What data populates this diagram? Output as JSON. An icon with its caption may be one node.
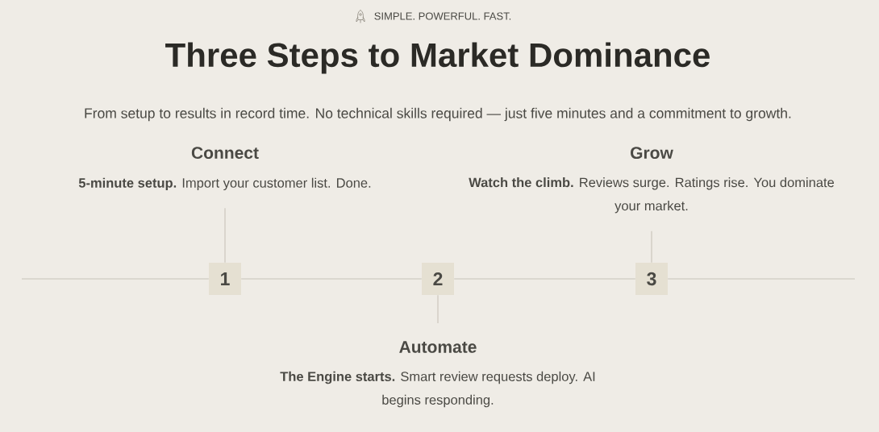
{
  "diagram": {
    "title": "Three Steps to Market Dominance",
    "nodes": [
      {
        "text": [
          "Connect",
          "**5-minute setup.** Import your customer list. Done."
        ]
      },
      {
        "text": [
          "Grow",
          "**Watch the climb.** Reviews surge. Ratings rise. You dominate your market."
        ]
      },
      {
        "text": [
          "1"
        ]
      },
      {
        "text": [
          "2"
        ]
      },
      {
        "text": [
          "3"
        ]
      },
      {
        "text": [
          "Automate",
          "**The Engine starts.** Smart review requests deploy. AI begins responding."
        ]
      }
    ],
    "edges": [
      {
        "from": null,
        "to": 2,
        "arrow": "none"
      },
      {
        "from": 2,
        "to": 3,
        "arrow": "none"
      },
      {
        "from": 3,
        "to": 4,
        "arrow": "none"
      },
      {
        "from": 4,
        "to": null,
        "arrow": "none"
      },
      {
        "from": 0,
        "to": 2,
        "arrow": "none"
      },
      {
        "from": 1,
        "to": 4,
        "arrow": "none"
      },
      {
        "from": 3,
        "to": 5,
        "arrow": "none"
      }
    ],
    "labels": [
      "SIMPLE. POWERFUL. FAST.",
      "From setup to results in record time. No technical skills required — just five minutes and a commitment to growth."
    ]
  }
}
